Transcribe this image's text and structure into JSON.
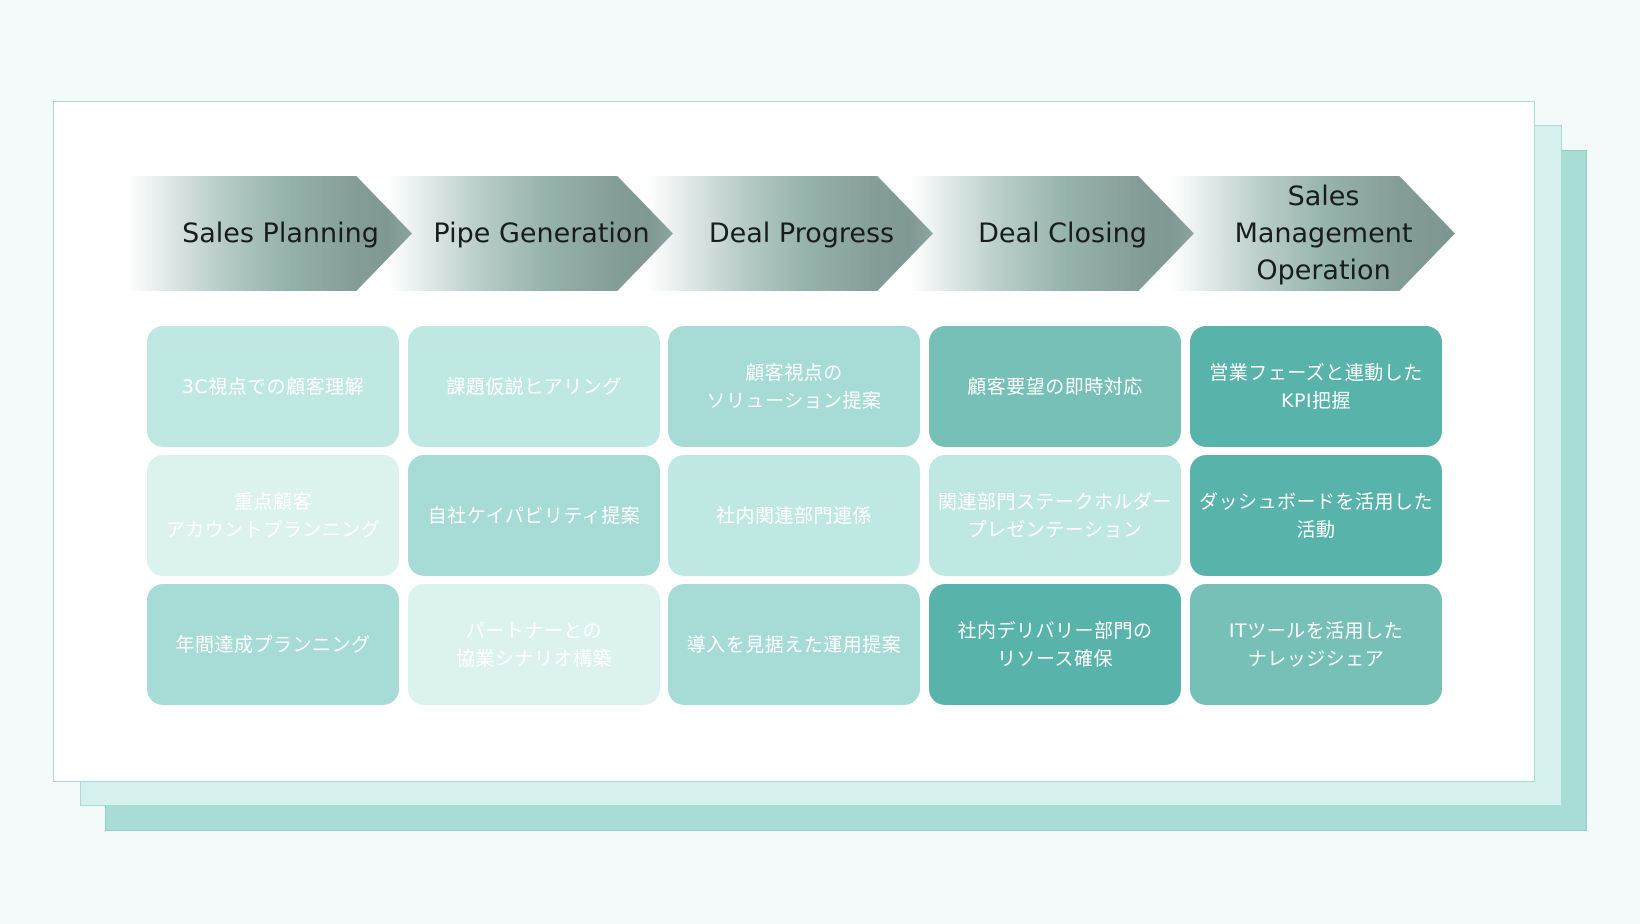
{
  "phases": [
    {
      "label": "Sales Planning"
    },
    {
      "label": "Pipe Generation"
    },
    {
      "label": "Deal Progress"
    },
    {
      "label": "Deal Closing"
    },
    {
      "label": "Sales Management\nOperation"
    }
  ],
  "rows": [
    [
      {
        "text": "3C視点での顧客理解",
        "level": 2
      },
      {
        "text": "課題仮説ヒアリング",
        "level": 2
      },
      {
        "text": "顧客視点の\nソリューション提案",
        "level": 3
      },
      {
        "text": "顧客要望の即時対応",
        "level": 4
      },
      {
        "text": "営業フェーズと連動した\nKPI把握",
        "level": 5
      }
    ],
    [
      {
        "text": "重点顧客\nアカウントプランニング",
        "level": 1
      },
      {
        "text": "自社ケイパビリティ提案",
        "level": 3
      },
      {
        "text": "社内関連部門連係",
        "level": 2
      },
      {
        "text": "関連部門ステークホルダー\nプレゼンテーション",
        "level": 2
      },
      {
        "text": "ダッシュボードを活用した\n活動",
        "level": 5
      }
    ],
    [
      {
        "text": "年間達成プランニング",
        "level": 3
      },
      {
        "text": "パートナーとの\n協業シナリオ構築",
        "level": 1
      },
      {
        "text": "導入を見据えた運用提案",
        "level": 3
      },
      {
        "text": "社内デリバリー部門の\nリソース確保",
        "level": 5
      },
      {
        "text": "ITツールを活用した\nナレッジシェア",
        "level": 4
      }
    ]
  ]
}
